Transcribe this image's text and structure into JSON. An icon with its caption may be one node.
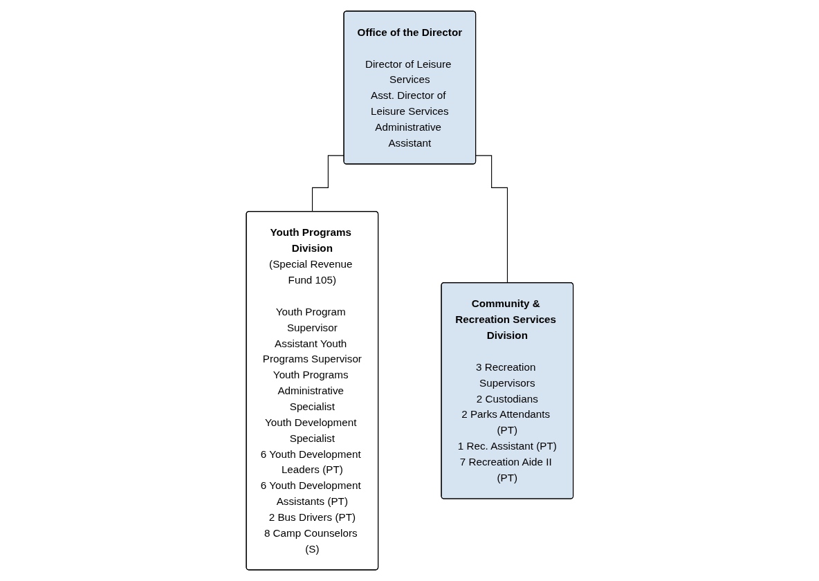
{
  "diagram": {
    "nodes": [
      {
        "text": [
          "Office of the Director",
          "Director of Leisure Services",
          "Asst. Director of Leisure Services",
          "Administrative Assistant"
        ]
      },
      {
        "text": [
          "Youth Programs Division",
          "(Special Revenue Fund 105)",
          "Youth Program Supervisor",
          "Assistant Youth Programs Supervisor",
          "Youth Programs Administrative Specialist",
          "Youth Development Specialist",
          "6 Youth Development Leaders (PT)",
          "6 Youth Development Assistants (PT)",
          "2 Bus Drivers (PT)",
          "8 Camp Counselors (S)"
        ]
      },
      {
        "text": [
          "Community & Recreation Services Division",
          "3 Recreation Supervisors",
          "2 Custodians",
          "2 Parks Attendants (PT)",
          "1 Rec. Assistant (PT)",
          "7 Recreation Aide II (PT)"
        ]
      }
    ],
    "edges": [
      {
        "from": 0,
        "to": 1,
        "arrow": "none"
      },
      {
        "from": 0,
        "to": 2,
        "arrow": "none"
      }
    ]
  }
}
